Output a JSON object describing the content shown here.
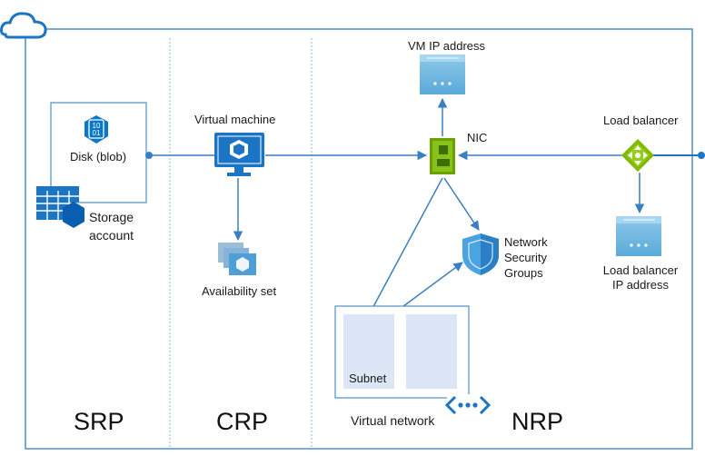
{
  "zones": {
    "srp": "SRP",
    "crp": "CRP",
    "nrp": "NRP"
  },
  "labels": {
    "disk": "Disk (blob)",
    "disk_icon_text_1": "10",
    "disk_icon_text_2": "01",
    "storage_account_1": "Storage",
    "storage_account_2": "account",
    "virtual_machine": "Virtual machine",
    "availability_set": "Availability set",
    "vm_ip": "VM IP address",
    "nic": "NIC",
    "load_balancer": "Load balancer",
    "lb_ip_1": "Load balancer",
    "lb_ip_2": "IP address",
    "nsg_1": "Network",
    "nsg_2": "Security",
    "nsg_3": "Groups",
    "subnet": "Subnet",
    "virtual_network": "Virtual network"
  },
  "colors": {
    "frame": "#4d8fcc",
    "azure_blue": "#0072c6",
    "connector": "#3a7fc1",
    "subnet_fill": "#dce6f6",
    "nic_green": "#7fba00",
    "lb_green": "#7fba00"
  }
}
